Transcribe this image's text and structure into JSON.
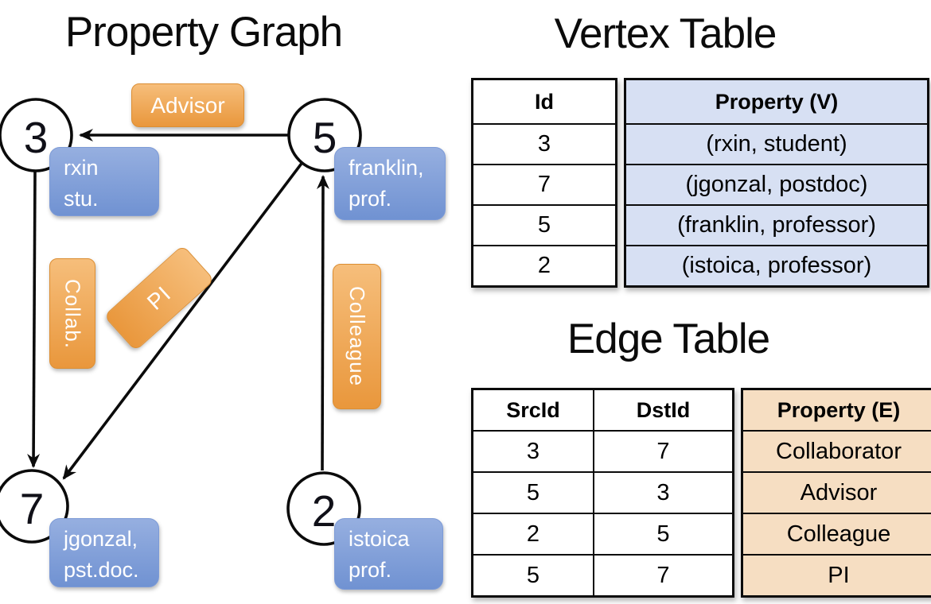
{
  "colors": {
    "orange-top": "#F6BE7B",
    "orange-bottom": "#E9973C",
    "orange-border": "#DC8E33",
    "blue-top": "#96AFE0",
    "blue-bottom": "#7092D2",
    "blue-border": "#7C9AD6",
    "vertex-cell-bg": "#D7E0F3",
    "edge-cell-bg": "#F6DEC2",
    "ink": "#0B0B0B"
  },
  "graph": {
    "title": "Property Graph",
    "nodes": [
      {
        "id": "3"
      },
      {
        "id": "5"
      },
      {
        "id": "7"
      },
      {
        "id": "2"
      }
    ],
    "vertex_boxes": [
      {
        "line1": "rxin",
        "line2": "stu."
      },
      {
        "line1": "franklin,",
        "line2": "prof."
      },
      {
        "line1": "jgonzal,",
        "line2": "pst.doc."
      },
      {
        "line1": "istoica",
        "line2": "prof."
      }
    ],
    "edge_labels": {
      "advisor": "Advisor",
      "collab": "Collab.",
      "pi": "PI",
      "colleague": "Colleague"
    }
  },
  "vertex_table": {
    "title": "Vertex Table",
    "id_header": "Id",
    "property_header": "Property (V)",
    "ids": [
      "3",
      "7",
      "5",
      "2"
    ],
    "properties": [
      "(rxin, student)",
      "(jgonzal, postdoc)",
      "(franklin, professor)",
      "(istoica, professor)"
    ]
  },
  "edge_table": {
    "title": "Edge Table",
    "src_header": "SrcId",
    "dst_header": "DstId",
    "property_header": "Property (E)",
    "rows": [
      {
        "src": "3",
        "dst": "7",
        "property": "Collaborator"
      },
      {
        "src": "5",
        "dst": "3",
        "property": "Advisor"
      },
      {
        "src": "2",
        "dst": "5",
        "property": "Colleague"
      },
      {
        "src": "5",
        "dst": "7",
        "property": "PI"
      }
    ]
  }
}
